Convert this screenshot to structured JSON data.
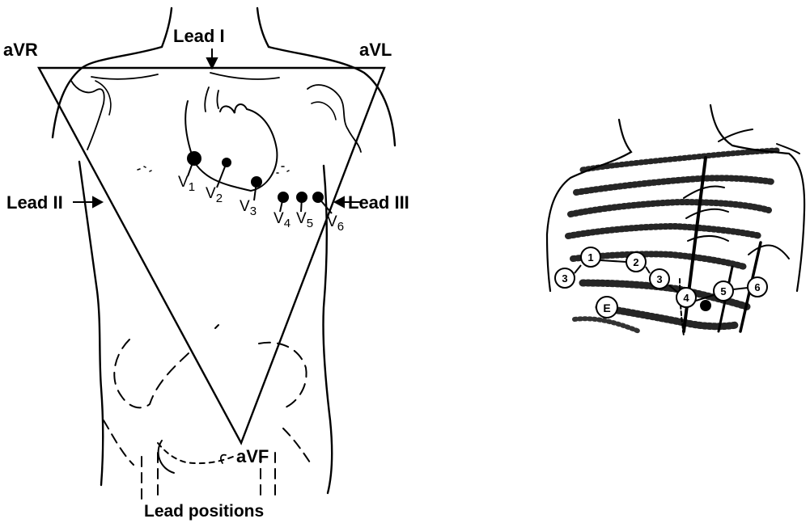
{
  "limb_leads": {
    "avr": "aVR",
    "avl": "aVL",
    "avf": "aVF",
    "lead_i": "Lead I",
    "lead_ii": "Lead II",
    "lead_iii": "Lead III"
  },
  "chest_leads": [
    {
      "letter": "V",
      "sub": "1"
    },
    {
      "letter": "V",
      "sub": "2"
    },
    {
      "letter": "V",
      "sub": "3"
    },
    {
      "letter": "V",
      "sub": "4"
    },
    {
      "letter": "V",
      "sub": "5"
    },
    {
      "letter": "V",
      "sub": "6"
    }
  ],
  "caption": "Lead positions",
  "right_figure_markers": [
    "1",
    "2",
    "3",
    "4",
    "5",
    "6",
    "3",
    "E"
  ]
}
